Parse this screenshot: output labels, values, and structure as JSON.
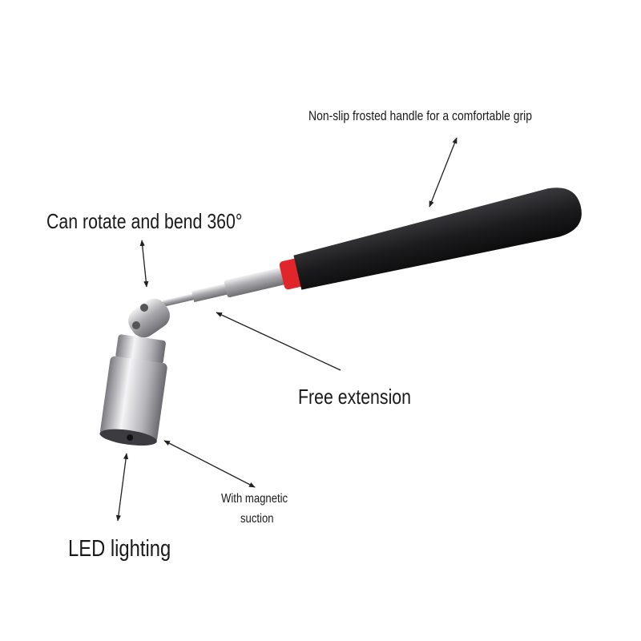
{
  "labels": {
    "handle": "Non-slip frosted handle for a comfortable grip",
    "rotate": "Can rotate and bend 360°",
    "extension": "Free extension",
    "magnetic_line1": "With magnetic",
    "magnetic_line2": "suction",
    "led": "LED lighting"
  },
  "colors": {
    "handle": "#1c1c1e",
    "band": "#e0262b",
    "metal": "#c8c8cc",
    "text": "#1a1a1a"
  }
}
